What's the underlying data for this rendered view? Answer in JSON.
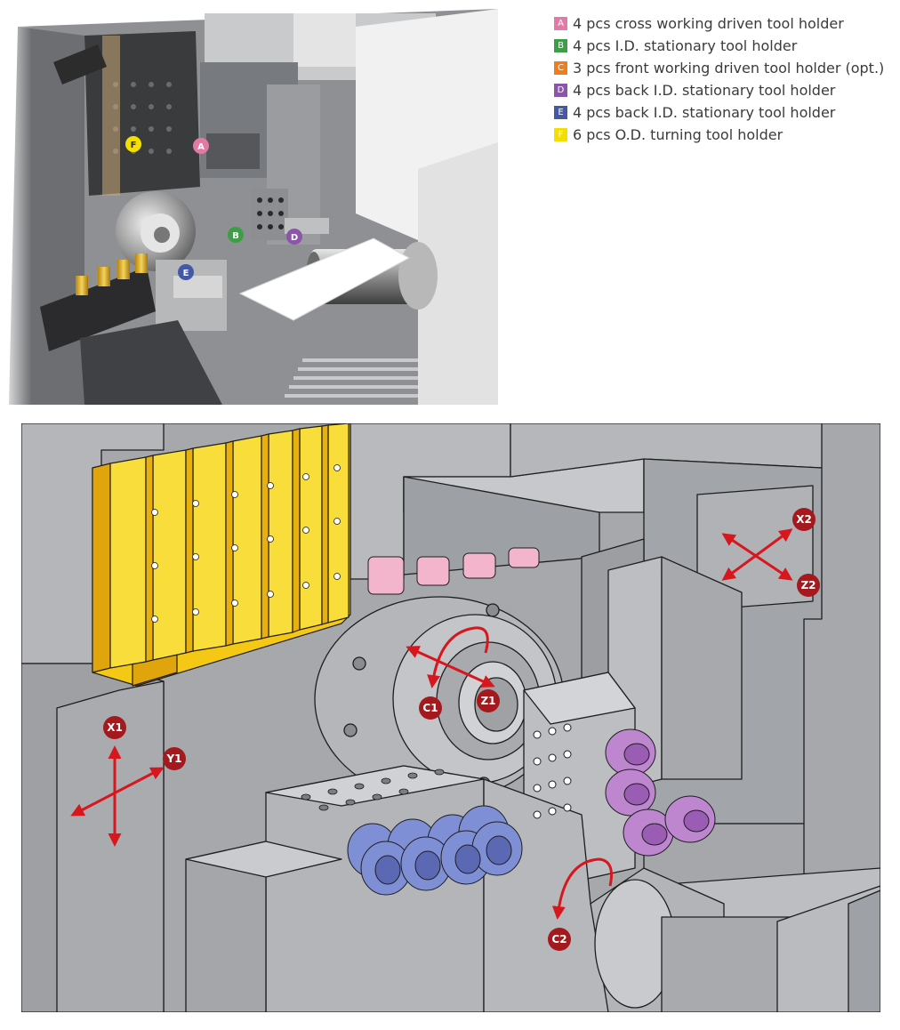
{
  "legend": [
    {
      "letter": "A",
      "text": "4 pcs cross working driven tool holder",
      "color": "#e37aa6"
    },
    {
      "letter": "B",
      "text": "4 pcs I.D. stationary tool holder",
      "color": "#3e9e47"
    },
    {
      "letter": "C",
      "text": "3 pcs front working driven tool holder (opt.)",
      "color": "#ee7d1f"
    },
    {
      "letter": "D",
      "text": "4 pcs back I.D. stationary tool holder",
      "color": "#8b56a8"
    },
    {
      "letter": "E",
      "text": "4 pcs back I.D. stationary tool holder",
      "color": "#4359a8"
    },
    {
      "letter": "F",
      "text": "6 pcs O.D. turning tool holder",
      "color": "#f4df00"
    }
  ],
  "photo_markers": {
    "a": "A",
    "b": "B",
    "d": "D",
    "e": "E",
    "f": "F"
  },
  "axes": {
    "x1": "X1",
    "y1": "Y1",
    "x2": "X2",
    "z2": "Z2",
    "c1": "C1",
    "z1": "Z1",
    "c2": "C2"
  },
  "colors": {
    "arrow_red": "#d7161d",
    "axis_badge": "#a3191d",
    "machine_gray": "#a9abb0",
    "tool_yellow": "#f7d21a",
    "collet_blue": "#7f8fd6",
    "collet_purple": "#bf86d0",
    "collet_pink": "#f2b5cc"
  }
}
